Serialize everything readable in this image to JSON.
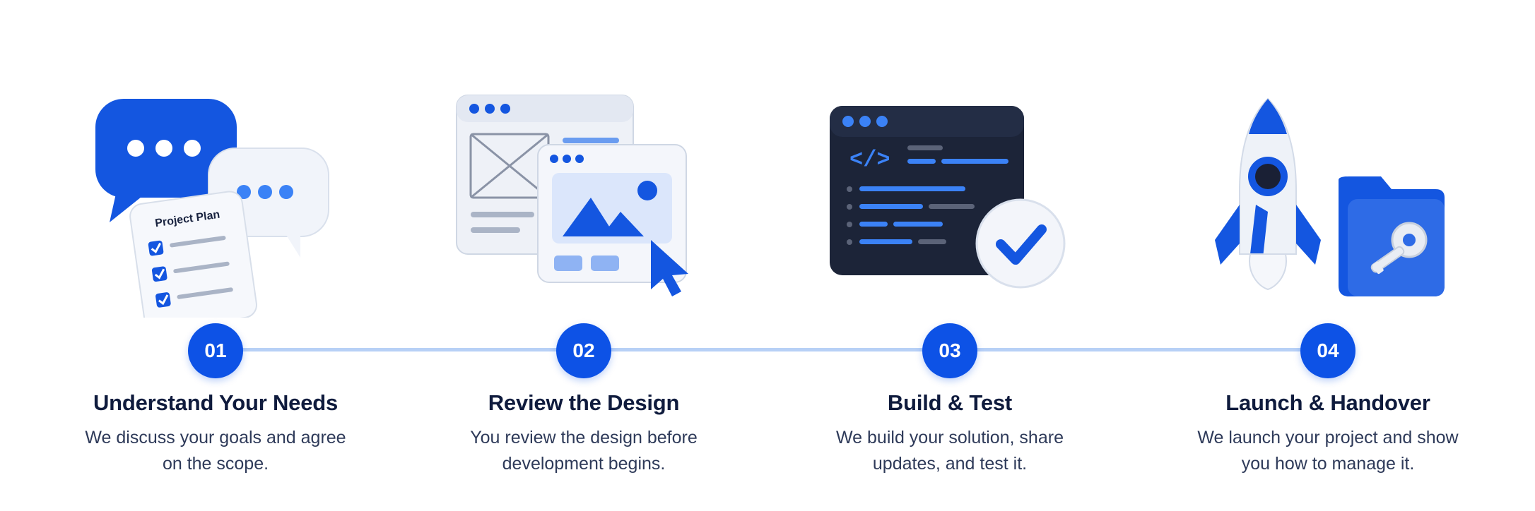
{
  "colors": {
    "accent": "#0d52e6",
    "track": "#b7d0f6",
    "title": "#0f1b3d",
    "text": "#2e3a59",
    "dark_panel": "#1c2438"
  },
  "steps": [
    {
      "number": "01",
      "title": "Understand Your Needs",
      "description": "We discuss your goals and agree on the scope.",
      "icon": "chat-bubbles-project-plan-icon",
      "card_label": "Project Plan"
    },
    {
      "number": "02",
      "title": "Review the Design",
      "description": "You review the design before development begins.",
      "icon": "design-wireframe-windows-icon"
    },
    {
      "number": "03",
      "title": "Build & Test",
      "description": "We build your solution, share updates, and test it.",
      "icon": "code-editor-checkmark-icon"
    },
    {
      "number": "04",
      "title": "Launch & Handover",
      "description": "We launch your project and show you how to manage it.",
      "icon": "rocket-folder-key-icon"
    }
  ]
}
